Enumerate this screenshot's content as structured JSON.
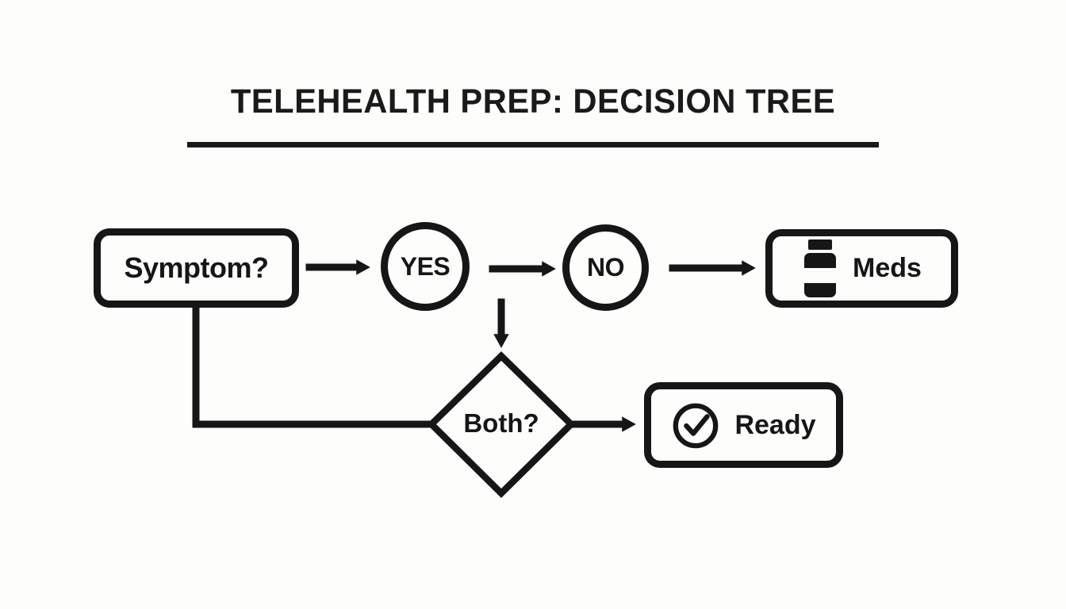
{
  "title": "TELEHEALTH PREP: DECISION TREE",
  "colors": {
    "ink": "#161616",
    "background": "#fdfdfc"
  },
  "diagram": {
    "type": "flowchart",
    "nodes": {
      "symptom": {
        "shape": "rounded-rect",
        "label": "Symptom?"
      },
      "yes": {
        "shape": "circle",
        "label": "YES"
      },
      "no": {
        "shape": "circle",
        "label": "NO"
      },
      "meds": {
        "shape": "rounded-rect",
        "label": "Meds",
        "icon": "pill-bottle-icon"
      },
      "both": {
        "shape": "diamond",
        "label": "Both?"
      },
      "ready": {
        "shape": "rounded-rect",
        "label": "Ready",
        "icon": "check-circle-icon"
      }
    },
    "edges": [
      {
        "from": "symptom",
        "to": "yes",
        "style": "arrow"
      },
      {
        "from": "yes",
        "to": "no",
        "style": "arrow"
      },
      {
        "from": "no",
        "to": "meds",
        "style": "arrow"
      },
      {
        "from": "yes-row",
        "to": "both",
        "style": "arrow-down"
      },
      {
        "from": "symptom",
        "to": "both",
        "style": "elbow-line"
      },
      {
        "from": "both",
        "to": "ready",
        "style": "arrow"
      }
    ]
  }
}
